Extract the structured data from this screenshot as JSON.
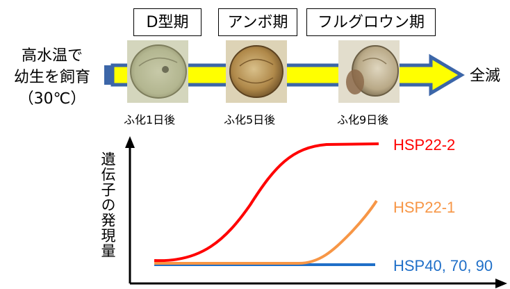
{
  "stages": [
    {
      "id": "d",
      "label": "D型期",
      "caption": "ふ化1日後"
    },
    {
      "id": "umbo",
      "label": "アンボ期",
      "caption": "ふ化5日後"
    },
    {
      "id": "full",
      "label": "フルグロウン期",
      "caption": "ふ化9日後"
    }
  ],
  "condition": {
    "line1": "高水温で",
    "line2": "幼生を飼育",
    "line3": "（30℃）"
  },
  "outcome": "全滅",
  "chart": {
    "ylabel": "遺伝子の発現量",
    "series": [
      {
        "name": "HSP22-2",
        "color": "#ff0000"
      },
      {
        "name": "HSP22-1",
        "color": "#f79646"
      },
      {
        "name": "HSP40, 70, 90",
        "color": "#1f6fc8"
      }
    ]
  },
  "colors": {
    "arrow_fill": "#ffff00",
    "arrow_border": "#3c66a8",
    "axis": "#000000"
  }
}
